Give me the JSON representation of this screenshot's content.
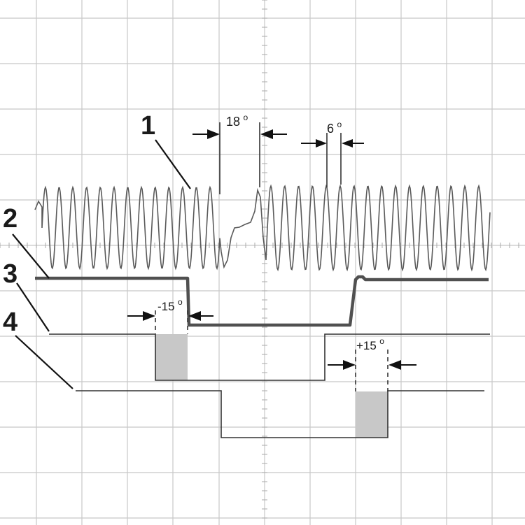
{
  "labels": {
    "trace_1": "1",
    "trace_2": "2",
    "trace_3": "3",
    "trace_4": "4"
  },
  "annotations": {
    "angle_18": "18",
    "angle_6": "6",
    "angle_minus15": "-15",
    "angle_plus15": "+15",
    "degree_symbol": "o"
  },
  "colors": {
    "grid": "#c8c8c8",
    "trace": "#5a5a5a",
    "thick_trace": "#505050",
    "shade": "#c8c8c8",
    "text": "#1a1a1a"
  }
}
